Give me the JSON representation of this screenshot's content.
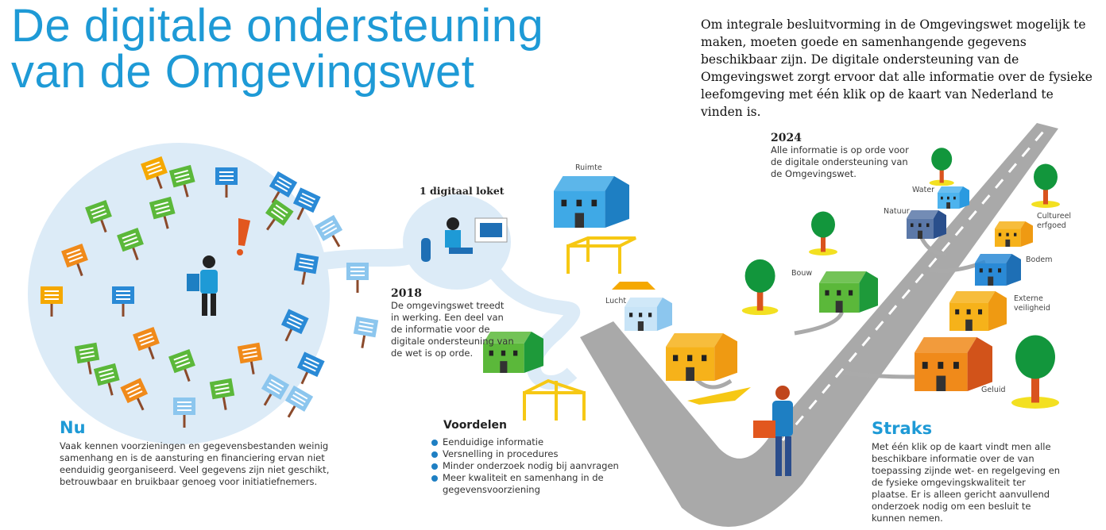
{
  "header": {
    "title_line1": "De digitale ondersteuning",
    "title_line2": "van de Omgevingswet",
    "intro": "Om integrale besluitvorming in de Omgevingswet mogelijk te maken, moeten goede en samenhangende gegevens beschikbaar zijn. De digitale ondersteuning van de Omgevingswet zorgt ervoor dat alle informatie over de fysieke leefomgeving met één klik op de kaart van Nederland te vinden is."
  },
  "nu": {
    "heading": "Nu",
    "body": "Vaak kennen voorzieningen en gegevensbestanden weinig samenhang en is de aansturing en financiering ervan niet eenduidig georganiseerd. Veel gegevens zijn niet geschikt, betrouwbaar en bruikbaar genoeg voor initiatiefnemers."
  },
  "loket": {
    "label": "1 digitaal loket"
  },
  "y2018": {
    "year": "2018",
    "body": "De omgevingswet treedt in werking. Een deel van de informatie voor de digitale ondersteuning van de wet is op orde."
  },
  "voordelen": {
    "heading": "Voordelen",
    "items": [
      "Eenduidige informatie",
      "Versnelling in procedures",
      "Minder onderzoek nodig bij aanvragen",
      "Meer kwaliteit en samenhang in de gegevensvoorziening"
    ]
  },
  "y2024": {
    "year": "2024",
    "body": "Alle informatie is op orde voor de digitale ondersteuning van de Omgevingswet."
  },
  "straks": {
    "heading": "Straks",
    "body": "Met één klik op de kaart vindt men alle beschikbare informatie over de van toepassing zijnde wet- en regelgeving en de fysieke omgevingskwaliteit ter plaatse. Er is alleen gericht aanvullend onderzoek nodig om een besluit te kunnen nemen."
  },
  "labels": {
    "ruimte": "Ruimte",
    "lucht": "Lucht",
    "water": "Water",
    "natuur": "Natuur",
    "cultureel": "Cultureel erfgoed",
    "bodem": "Bodem",
    "bouw": "Bouw",
    "externe": "Externe veiligheid",
    "geluid": "Geluid"
  },
  "colors": {
    "accent": "#1e9ad6",
    "road": "#a9a9a9",
    "bubble": "#dcebf7"
  }
}
